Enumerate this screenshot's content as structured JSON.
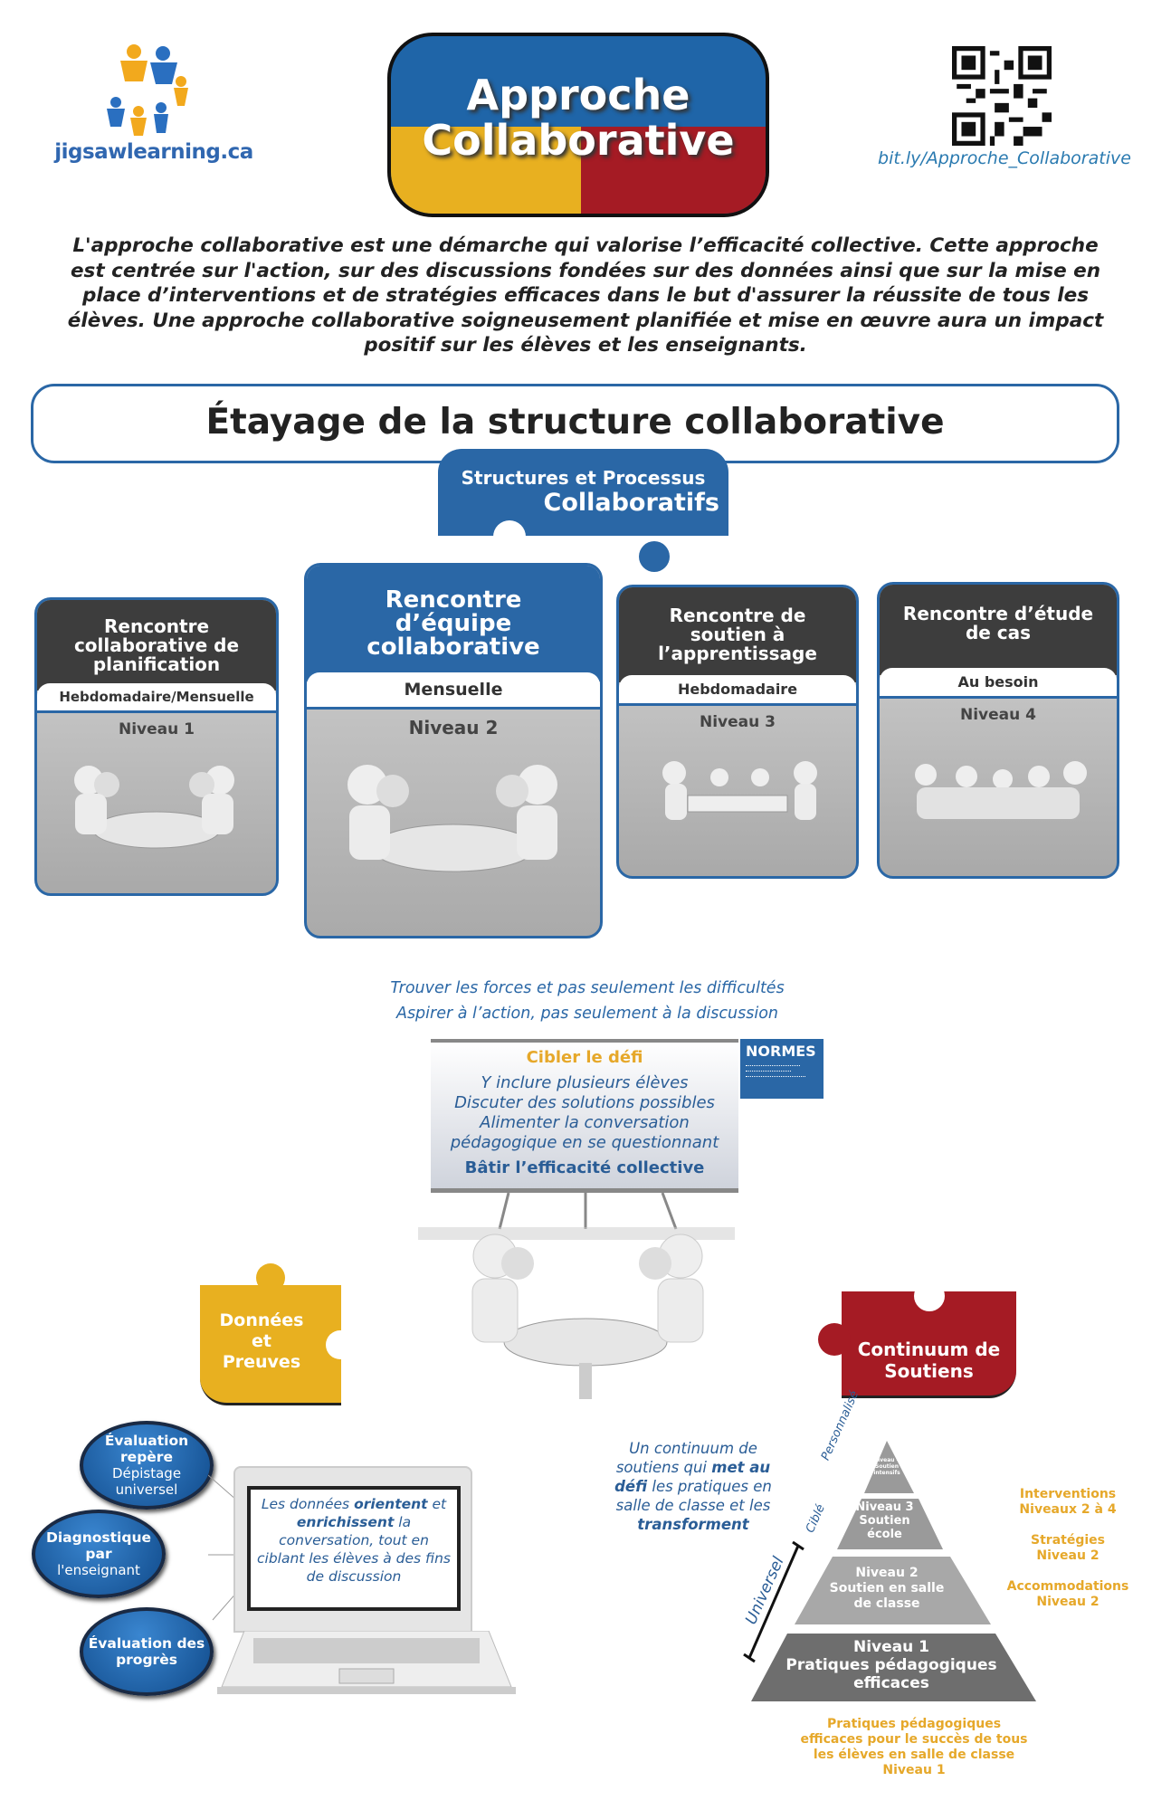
{
  "header": {
    "logo_text": "jigsawlearning.ca",
    "title_line1": "Approche",
    "title_line2": "Collaborative",
    "qr_link": "bit.ly/Approche_Collaborative"
  },
  "intro": "L'approche collaborative est une démarche qui valorise l’efficacité collective. Cette approche est centrée sur l'action, sur des discussions fondées sur des données ainsi que sur la mise en place d’interventions et de stratégies efficaces dans le but d'assurer la réussite de tous les élèves. Une approche collaborative soigneusement planifiée et mise en œuvre aura un impact positif sur les élèves et les enseignants.",
  "section_heading": "Étayage de la structure collaborative",
  "structures_tab": {
    "line1": "Structures et Processus",
    "line2": "Collaboratifs"
  },
  "cards": [
    {
      "title": "Rencontre collaborative de planification",
      "frequency": "Hebdomadaire/Mensuelle",
      "level": "Niveau 1"
    },
    {
      "title": "Rencontre d’équipe collaborative",
      "frequency": "Mensuelle",
      "level": "Niveau 2"
    },
    {
      "title": "Rencontre de soutien à l’apprentissage",
      "frequency": "Hebdomadaire",
      "level": "Niveau 3"
    },
    {
      "title": "Rencontre d’étude de cas",
      "frequency": "Au besoin",
      "level": "Niveau 4"
    }
  ],
  "principles": [
    "Trouver les forces et pas seulement les difficultés",
    "Aspirer à l’action, pas seulement à la discussion"
  ],
  "board": {
    "title": "Cibler le défi",
    "lines": [
      "Y inclure plusieurs élèves",
      "Discuter des solutions possibles",
      "Alimenter la conversation",
      "pédagogique en se questionnant"
    ],
    "footer": "Bâtir l’efficacité collective",
    "normes": "NORMES"
  },
  "donnees_puzzle": {
    "line1": "Données",
    "line2": "et",
    "line3": "Preuves"
  },
  "continuum_puzzle": {
    "line1": "Continuum de",
    "line2": "Soutiens"
  },
  "assessments": [
    {
      "bold": "Évaluation repère",
      "normal": "Dépistage universel"
    },
    {
      "bold": "Diagnostique par",
      "normal": "l'enseignant"
    },
    {
      "bold": "Évaluation des progrès",
      "normal": ""
    }
  ],
  "laptop": {
    "t1": "Les données ",
    "b1": "orientent",
    "t2": " et ",
    "b2": "enrichissent",
    "t3": " la conversation, tout en ciblant les élèves à des fins de discussion"
  },
  "continuum_text": {
    "t1": "Un continuum de soutiens qui ",
    "b1": "met au défi",
    "t2": " les pratiques en salle de classe et les ",
    "b2": "transforment"
  },
  "pyramid": {
    "tiers": [
      {
        "line1": "Niveau 4",
        "line2": "Soutien",
        "line3": "intensifs"
      },
      {
        "line1": "Niveau 3",
        "line2": "Soutien",
        "line3": "école"
      },
      {
        "line1": "Niveau 2",
        "line2": "Soutien en salle",
        "line3": "de classe"
      },
      {
        "line1": "Niveau 1",
        "line2": "Pratiques pédagogiques",
        "line3": "efficaces"
      }
    ],
    "axis": {
      "personnalise": "Personnalisé",
      "cible": "Ciblé",
      "universel": "Universel"
    },
    "right_labels": [
      {
        "line1": "Interventions",
        "line2": "Niveaux 2 à 4"
      },
      {
        "line1": "Stratégies",
        "line2": "Niveau 2"
      },
      {
        "line1": "Accommodations",
        "line2": "Niveau 2"
      }
    ],
    "bottom": [
      "Pratiques pédagogiques",
      "efficaces pour le succès de tous",
      "les élèves en salle de classe",
      "Niveau 1"
    ]
  },
  "colors": {
    "blue": "#2a67a6",
    "yellow": "#e8b020",
    "red": "#a51b24",
    "dark": "#3d3d3d"
  }
}
